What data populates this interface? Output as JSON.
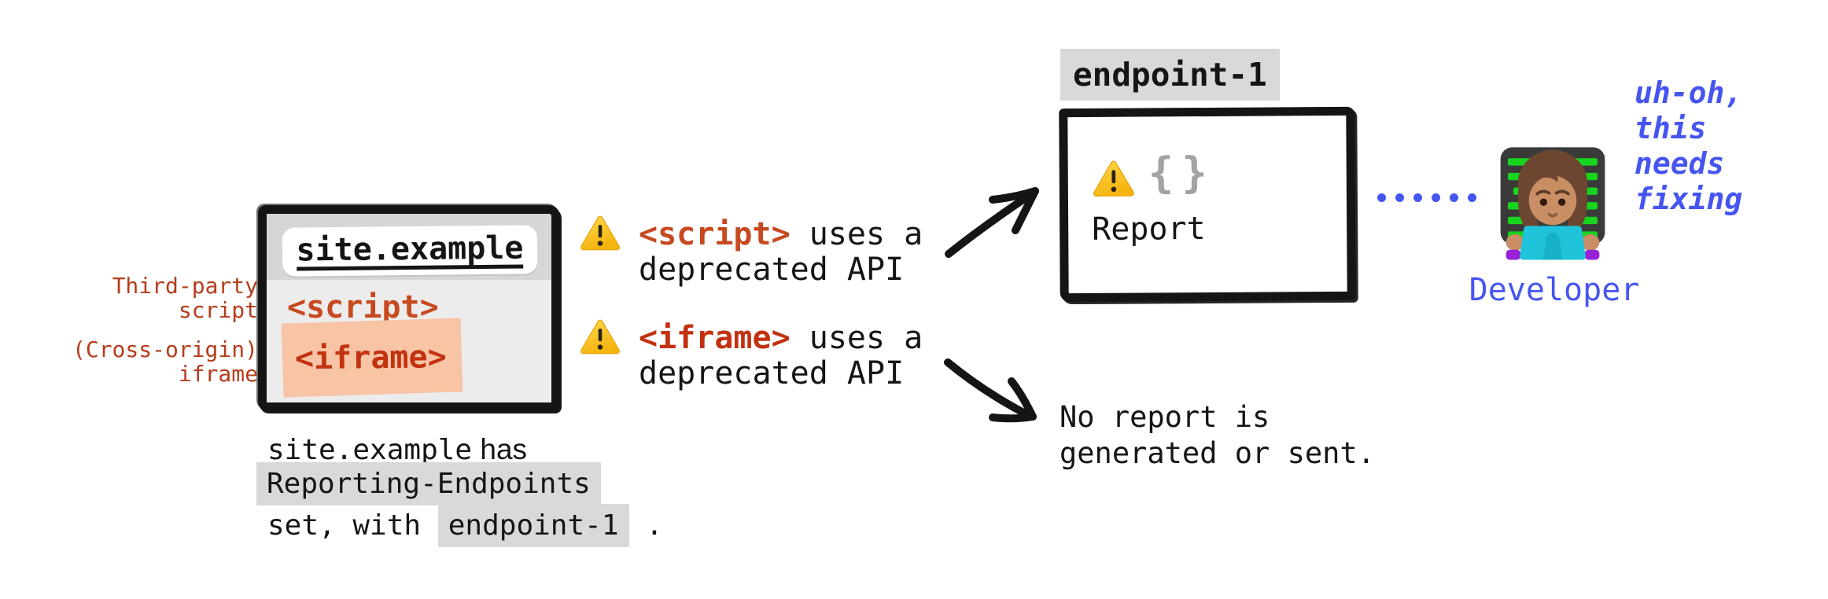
{
  "colors": {
    "ink": "#151515",
    "red_label": "#b63c1c",
    "red_script": "#c7491f",
    "red_iframe": "#c23210",
    "salmon_highlight": "#f7c4a5",
    "gray_highlight": "#d9d9d9",
    "window_bg": "#ececec",
    "window_strip": "#d6d6d6",
    "blue": "#4655f0",
    "brace_gray": "#a3a3a3",
    "warning_yellow_top": "#ffd84d",
    "warning_yellow_bottom": "#f6b40e"
  },
  "browser_window": {
    "address": "site.example",
    "script_tag": "<script >",
    "iframe_tag": "<iframe>"
  },
  "side_labels": {
    "third_party": {
      "line1": "Third-party",
      "line2": "script"
    },
    "cross_origin": {
      "line1": "(Cross-origin)",
      "line2": "iframe"
    }
  },
  "caption": {
    "site": "site.example",
    "has": " has",
    "header_name": "Reporting-Endpoints",
    "set_with": "set, with ",
    "endpoint": "endpoint-1",
    "period": " ."
  },
  "warnings": [
    {
      "icon": "warning-icon",
      "tag": "<script >",
      "rest": " uses a",
      "line2": "deprecated API"
    },
    {
      "icon": "warning-icon",
      "tag": "<iframe>",
      "rest": " uses a",
      "line2": "deprecated API"
    }
  ],
  "endpoint": {
    "label": "endpoint-1",
    "braces": "{}",
    "report_label": "Report"
  },
  "no_report": {
    "line1": "No report is",
    "line2": "generated or sent."
  },
  "connector": {
    "dot_count": 6
  },
  "developer": {
    "thought_lines": [
      "uh-oh,",
      "this",
      "needs",
      "fixing"
    ],
    "label": "Developer",
    "emoji": "woman-technologist"
  }
}
